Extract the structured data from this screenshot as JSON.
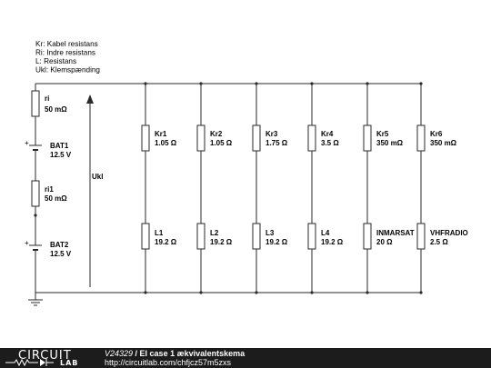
{
  "legend": [
    "Kr: Kabel resistans",
    "Ri: Indre resistans",
    "L: Resistans",
    "Ukl: Klemspænding"
  ],
  "left_branch": {
    "ri": {
      "name": "ri",
      "value": "50 mΩ"
    },
    "bat1": {
      "name": "BAT1",
      "value": "12.5 V"
    },
    "ri1": {
      "name": "ri1",
      "value": "50 mΩ"
    },
    "bat2": {
      "name": "BAT2",
      "value": "12.5 V"
    }
  },
  "voltage_label": "Ukl",
  "branches": [
    {
      "cable": {
        "name": "Kr1",
        "value": "1.05 Ω"
      },
      "load": {
        "name": "L1",
        "value": "19.2 Ω"
      }
    },
    {
      "cable": {
        "name": "Kr2",
        "value": "1.05 Ω"
      },
      "load": {
        "name": "L2",
        "value": "19.2 Ω"
      }
    },
    {
      "cable": {
        "name": "Kr3",
        "value": "1.75 Ω"
      },
      "load": {
        "name": "L3",
        "value": "19.2 Ω"
      }
    },
    {
      "cable": {
        "name": "Kr4",
        "value": "3.5 Ω"
      },
      "load": {
        "name": "L4",
        "value": "19.2 Ω"
      }
    },
    {
      "cable": {
        "name": "Kr5",
        "value": "350 mΩ"
      },
      "load": {
        "name": "INMARSAT",
        "value": "20 Ω"
      }
    },
    {
      "cable": {
        "name": "Kr6",
        "value": "350 mΩ"
      },
      "load": {
        "name": "VHFRADIO",
        "value": "2.5 Ω"
      }
    }
  ],
  "battery_symbols": {
    "plus": "+"
  },
  "footer": {
    "logo_circuit": "CIRCUIT",
    "logo_lab": "LAB",
    "project_id": "V24329",
    "separator": " / ",
    "title": "El case 1 ækvivalentskema",
    "url": "http://circuitlab.com/chfjcz57m5zxs"
  }
}
